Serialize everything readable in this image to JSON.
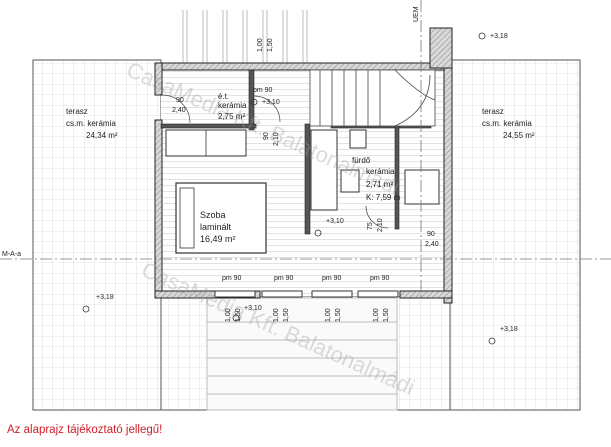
{
  "watermark": "CasaMedia Kft. Balatonalmádi",
  "section_marks": {
    "left": "M-A-a",
    "top": "UEM"
  },
  "rooms": {
    "terrace_left": {
      "name": "terasz",
      "finish": "cs.m. kerámia",
      "area": "24,34 m²"
    },
    "terrace_right": {
      "name": "terasz",
      "finish": "cs.m. kerámia",
      "area": "24,55 m²"
    },
    "hall": {
      "name": "é.t.",
      "finish": "kerámia",
      "area": "2,75 m²"
    },
    "bedroom": {
      "name": "Szoba",
      "finish": "laminált",
      "area": "16,49 m²"
    },
    "bath": {
      "name": "fürdő",
      "finish": "kerámia",
      "area": "2,71 m²",
      "extra": "K: 7,59 m"
    }
  },
  "levels": {
    "tr": "+3,18",
    "hall": "+3,10",
    "center": "+3,10",
    "left": "+3,18",
    "bottom": "+3,10",
    "right": "+3,18"
  },
  "dims": {
    "top_a": "1,00",
    "top_b": "1,50",
    "door_hall": "90",
    "door_hall_h": "2,40",
    "pm": "pm 90",
    "d90": "90",
    "d210": "2,10",
    "d75": "75",
    "d90b": "90",
    "win_w": "90",
    "win_h": "2,40",
    "bot_a": "1,00",
    "bot_b": "1,50"
  },
  "disclaimer": "Az alaprajz tájékoztató jellegű!"
}
